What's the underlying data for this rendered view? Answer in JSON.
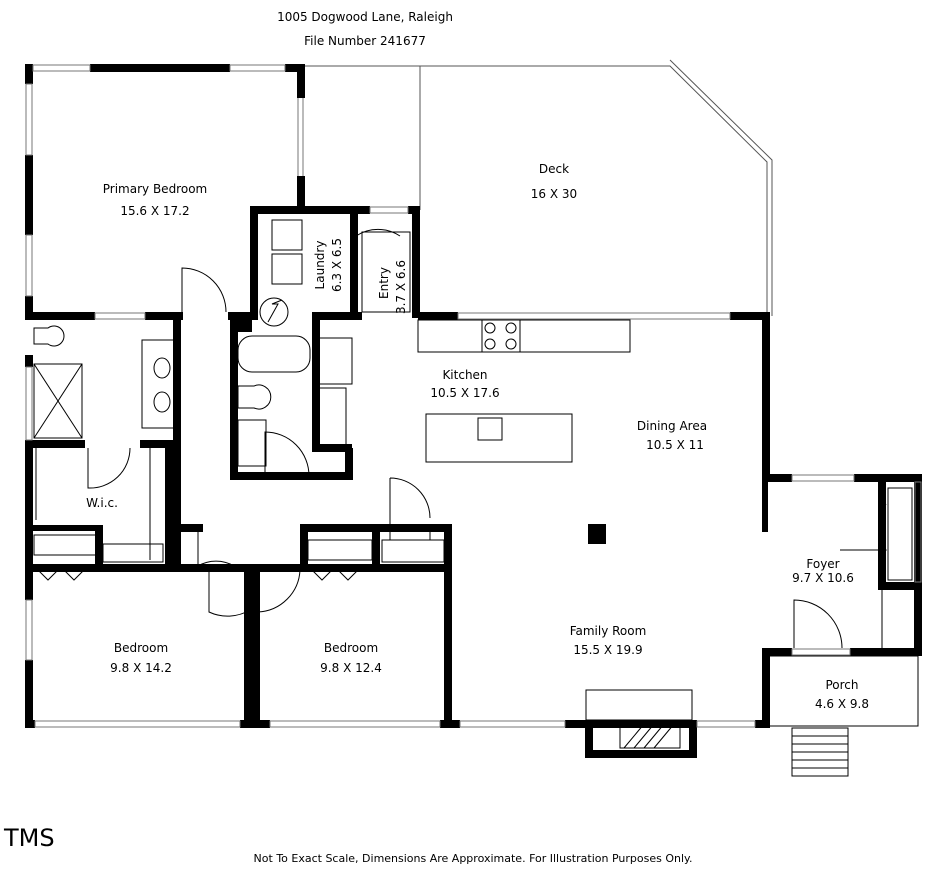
{
  "header": {
    "address": "1005 Dogwood Lane, Raleigh",
    "file_number": "File Number 241677"
  },
  "rooms": {
    "primary_bedroom": {
      "name": "Primary Bedroom",
      "dims": "15.6 X 17.2"
    },
    "deck": {
      "name": "Deck",
      "dims": "16 X 30"
    },
    "laundry": {
      "name": "Laundry",
      "dims": "6.3 X 6.5"
    },
    "entry": {
      "name": "Entry",
      "dims": "3.7 X 6.6"
    },
    "kitchen": {
      "name": "Kitchen",
      "dims": "10.5 X 17.6"
    },
    "dining": {
      "name": "Dining Area",
      "dims": "10.5 X 11"
    },
    "wic": {
      "name": "W.i.c."
    },
    "foyer": {
      "name": "Foyer",
      "dims": "9.7 X 10.6"
    },
    "bedroom1": {
      "name": "Bedroom",
      "dims": "9.8 X 14.2"
    },
    "bedroom2": {
      "name": "Bedroom",
      "dims": "9.8 X 12.4"
    },
    "family": {
      "name": "Family Room",
      "dims": "15.5 X 19.9"
    },
    "porch": {
      "name": "Porch",
      "dims": "4.6 X 9.8"
    }
  },
  "logo": {
    "text": "TMS"
  },
  "footer": {
    "disclaimer": "Not To Exact Scale, Dimensions Are Approximate. For Illustration Purposes Only."
  }
}
